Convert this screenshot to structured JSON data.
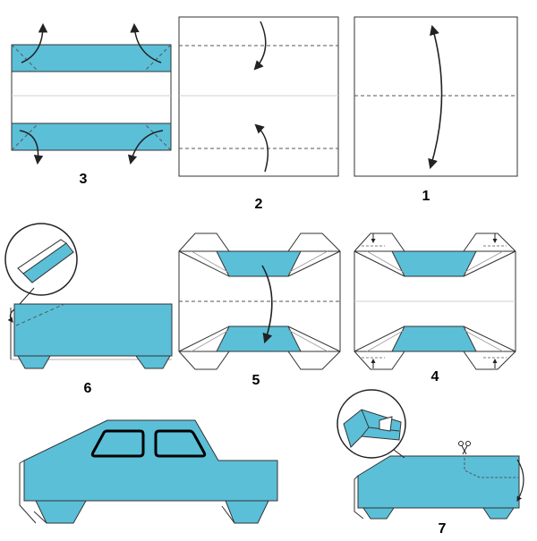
{
  "colors": {
    "paper_blue": "#5BBFD8",
    "paper_white": "#ffffff",
    "line": "#333333",
    "fold_line": "#555555",
    "crease": "#cfcfcf",
    "window_outline": "#000000"
  },
  "steps": [
    {
      "id": "step-1",
      "label": "1"
    },
    {
      "id": "step-2",
      "label": "2"
    },
    {
      "id": "step-3",
      "label": "3"
    },
    {
      "id": "step-4",
      "label": "4"
    },
    {
      "id": "step-5",
      "label": "5"
    },
    {
      "id": "step-6",
      "label": "6"
    },
    {
      "id": "step-7",
      "label": "7"
    }
  ],
  "icons": [
    "fold-arrow-icon",
    "scissors-icon",
    "magnifier-detail-icon"
  ]
}
